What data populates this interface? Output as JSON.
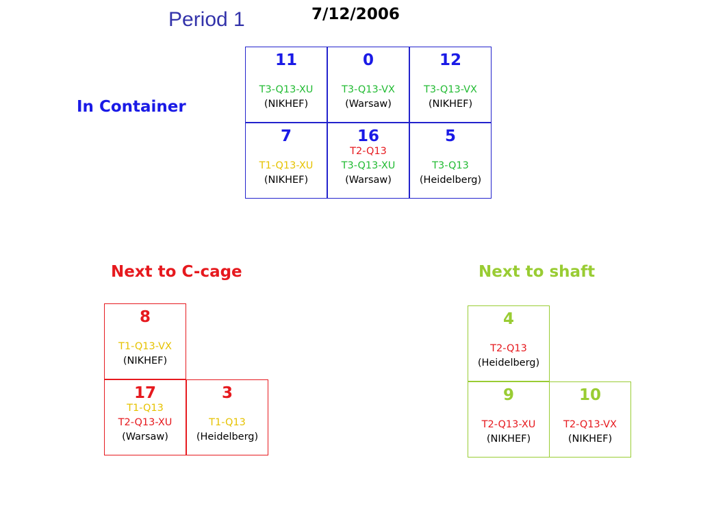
{
  "header": {
    "period": "Period 1",
    "date": "7/12/2006"
  },
  "in_container": {
    "label": "In Container",
    "cells": [
      {
        "number": "11",
        "lines": [
          "T3-Q13-XU",
          "(NIKHEF)"
        ]
      },
      {
        "number": "0",
        "lines": [
          "T3-Q13-VX",
          "(Warsaw)"
        ]
      },
      {
        "number": "12",
        "lines": [
          "T3-Q13-VX",
          "(NIKHEF)"
        ]
      },
      {
        "number": "7",
        "lines": [
          "T1-Q13-XU",
          "(NIKHEF)"
        ]
      },
      {
        "number": "16",
        "lines": [
          "T2-Q13",
          "T3-Q13-XU",
          "(Warsaw)"
        ]
      },
      {
        "number": "5",
        "lines": [
          "T3-Q13",
          "(Heidelberg)"
        ]
      }
    ]
  },
  "next_to_ccage": {
    "label": "Next to C-cage",
    "cells": [
      {
        "number": "8",
        "lines": [
          "T1-Q13-VX",
          "(NIKHEF)"
        ]
      },
      {
        "number": "17",
        "lines": [
          "T1-Q13",
          "T2-Q13-XU",
          "(Warsaw)"
        ]
      },
      {
        "number": "3",
        "lines": [
          "T1-Q13",
          "(Heidelberg)"
        ]
      }
    ]
  },
  "next_to_shaft": {
    "label": "Next to shaft",
    "cells": [
      {
        "number": "4",
        "lines": [
          "T2-Q13",
          "(Heidelberg)"
        ]
      },
      {
        "number": "9",
        "lines": [
          "T2-Q13-XU",
          "(NIKHEF)"
        ]
      },
      {
        "number": "10",
        "lines": [
          "T2-Q13-VX",
          "(NIKHEF)"
        ]
      }
    ]
  },
  "colors": {
    "container_border": "#2222cc",
    "ccage_border": "#e6191e",
    "shaft_border": "#99cc33",
    "T1": "#e6c200",
    "T2": "#e6191e",
    "T3": "#22bb33",
    "institute": "#000000"
  }
}
